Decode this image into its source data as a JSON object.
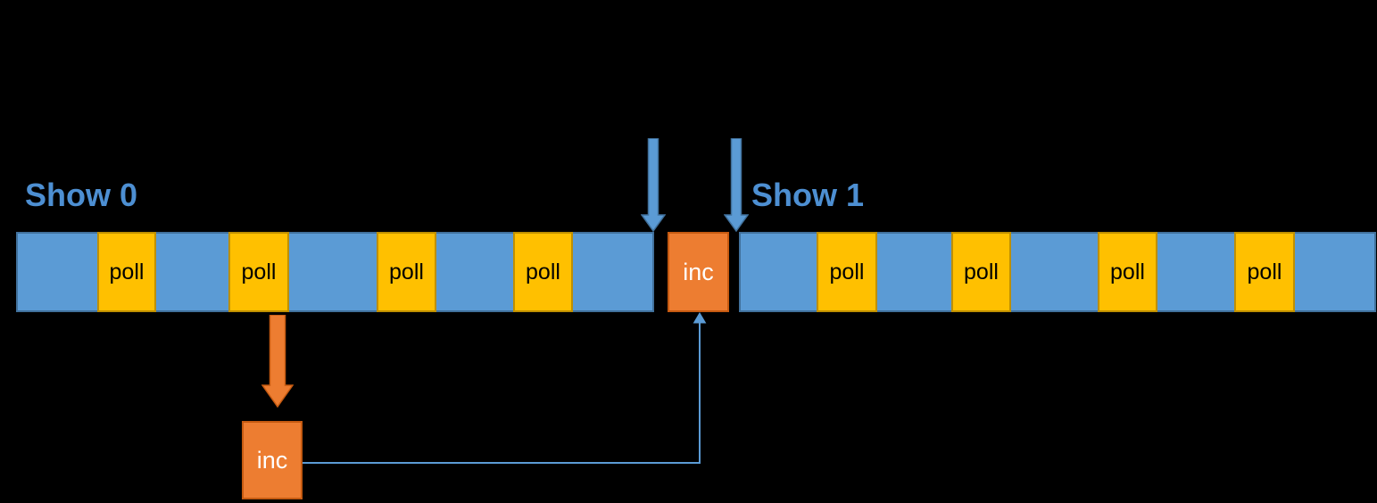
{
  "diagram": {
    "type": "timeline-diagram",
    "show0": {
      "label": "Show 0"
    },
    "show1": {
      "label": "Show 1"
    },
    "timeline0": {
      "polls": [
        {
          "label": "poll"
        },
        {
          "label": "poll"
        },
        {
          "label": "poll"
        },
        {
          "label": "poll"
        }
      ],
      "inc": {
        "label": "inc"
      }
    },
    "timeline1": {
      "polls": [
        {
          "label": "poll"
        },
        {
          "label": "poll"
        },
        {
          "label": "poll"
        },
        {
          "label": "poll"
        }
      ]
    },
    "deferred_inc": {
      "label": "inc"
    },
    "colors": {
      "background": "#000000",
      "bar_blue": "#5b9bd5",
      "bar_blue_border": "#41719c",
      "poll_yellow": "#ffc000",
      "poll_yellow_border": "#bf8f00",
      "inc_orange": "#ed7d31",
      "inc_orange_border": "#c55a11",
      "show_label_blue": "#4d8fd2",
      "connector_blue": "#5b9bd5"
    }
  }
}
